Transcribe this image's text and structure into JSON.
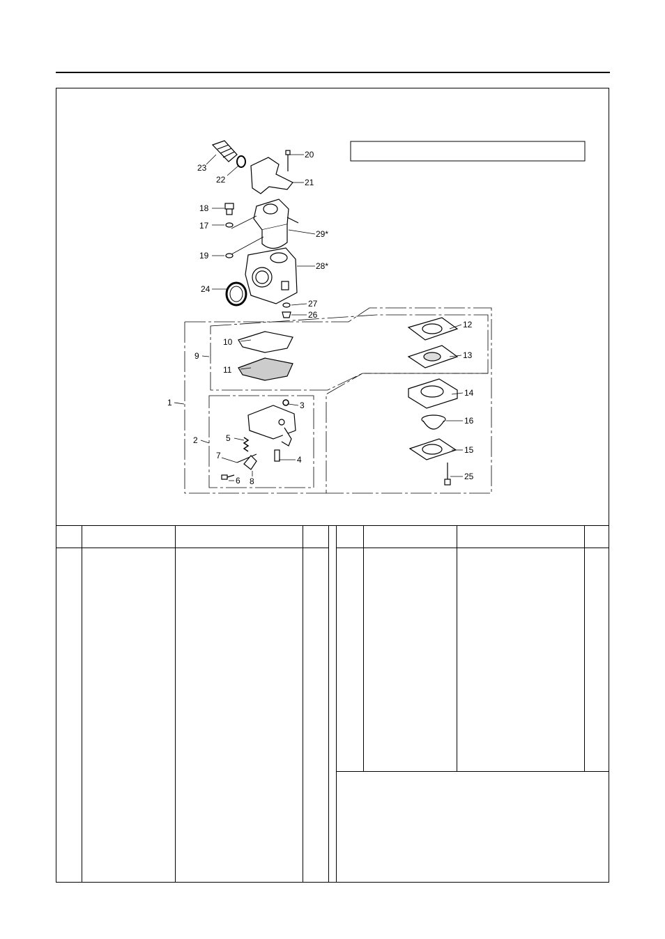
{
  "callouts": [
    {
      "id": "23",
      "label": "23"
    },
    {
      "id": "22",
      "label": "22"
    },
    {
      "id": "20",
      "label": "20"
    },
    {
      "id": "21",
      "label": "21"
    },
    {
      "id": "18",
      "label": "18"
    },
    {
      "id": "17",
      "label": "17"
    },
    {
      "id": "29",
      "label": "29*"
    },
    {
      "id": "19",
      "label": "19"
    },
    {
      "id": "28",
      "label": "28*"
    },
    {
      "id": "24",
      "label": "24"
    },
    {
      "id": "27",
      "label": "27"
    },
    {
      "id": "26",
      "label": "26"
    },
    {
      "id": "12",
      "label": "12"
    },
    {
      "id": "10",
      "label": "10"
    },
    {
      "id": "13",
      "label": "13"
    },
    {
      "id": "9",
      "label": "9"
    },
    {
      "id": "11",
      "label": "11"
    },
    {
      "id": "14",
      "label": "14"
    },
    {
      "id": "1",
      "label": "1"
    },
    {
      "id": "3",
      "label": "3"
    },
    {
      "id": "16",
      "label": "16"
    },
    {
      "id": "2",
      "label": "2"
    },
    {
      "id": "5",
      "label": "5"
    },
    {
      "id": "15",
      "label": "15"
    },
    {
      "id": "7",
      "label": "7"
    },
    {
      "id": "4",
      "label": "4"
    },
    {
      "id": "25",
      "label": "25"
    },
    {
      "id": "8",
      "label": "8"
    },
    {
      "id": "6",
      "label": "6"
    }
  ]
}
